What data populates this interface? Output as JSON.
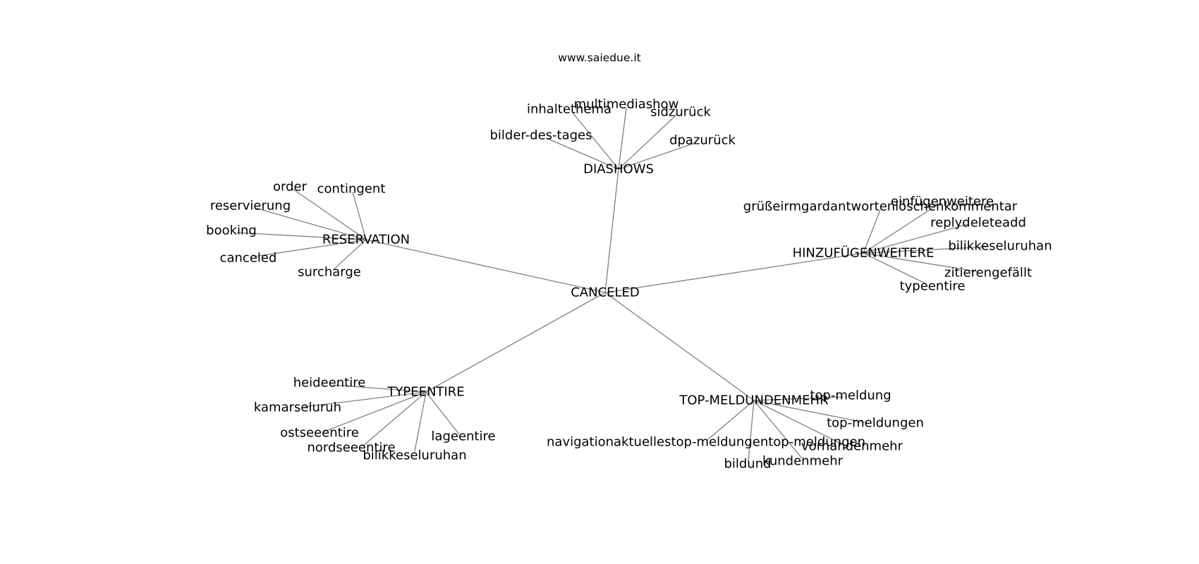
{
  "title": "www.saiedue.it",
  "graph": {
    "root": "CANCELED",
    "hubs": [
      {
        "id": "DIASHOWS",
        "label": "DIASHOWS",
        "children": [
          "inhaltethema",
          "multimediashow",
          "sidzurück",
          "bilder-des-tages",
          "dpazurück"
        ]
      },
      {
        "id": "RESERVATION",
        "label": "RESERVATION",
        "children": [
          "order",
          "contingent",
          "reservierung",
          "booking",
          "canceled",
          "surcharge"
        ]
      },
      {
        "id": "HINZUFUEGENWEITERE",
        "label": "HINZUFÜGENWEITERE",
        "children": [
          "grüßeirmgardantwortenlöschenkommentar",
          "einfügenweitere",
          "replydeleteadd",
          "bilikkeseluruhan",
          "zitierengefällt",
          "typeentire"
        ]
      },
      {
        "id": "TYPEENTIRE",
        "label": "TYPEENTIRE",
        "children": [
          "heideentire",
          "kamarseluruh",
          "ostseeentire",
          "nordseeentire",
          "bilikkeseluruhan",
          "lageentire"
        ]
      },
      {
        "id": "TOPMELDUNDENMEHR",
        "label": "TOP-MELDUNDENMEHR",
        "children": [
          "top-meldung",
          "top-meldungen",
          "navigationaktuellestop-meldungentop-meldungen",
          "vorhandenmehr",
          "bildund",
          "kundenmehr"
        ]
      }
    ]
  }
}
